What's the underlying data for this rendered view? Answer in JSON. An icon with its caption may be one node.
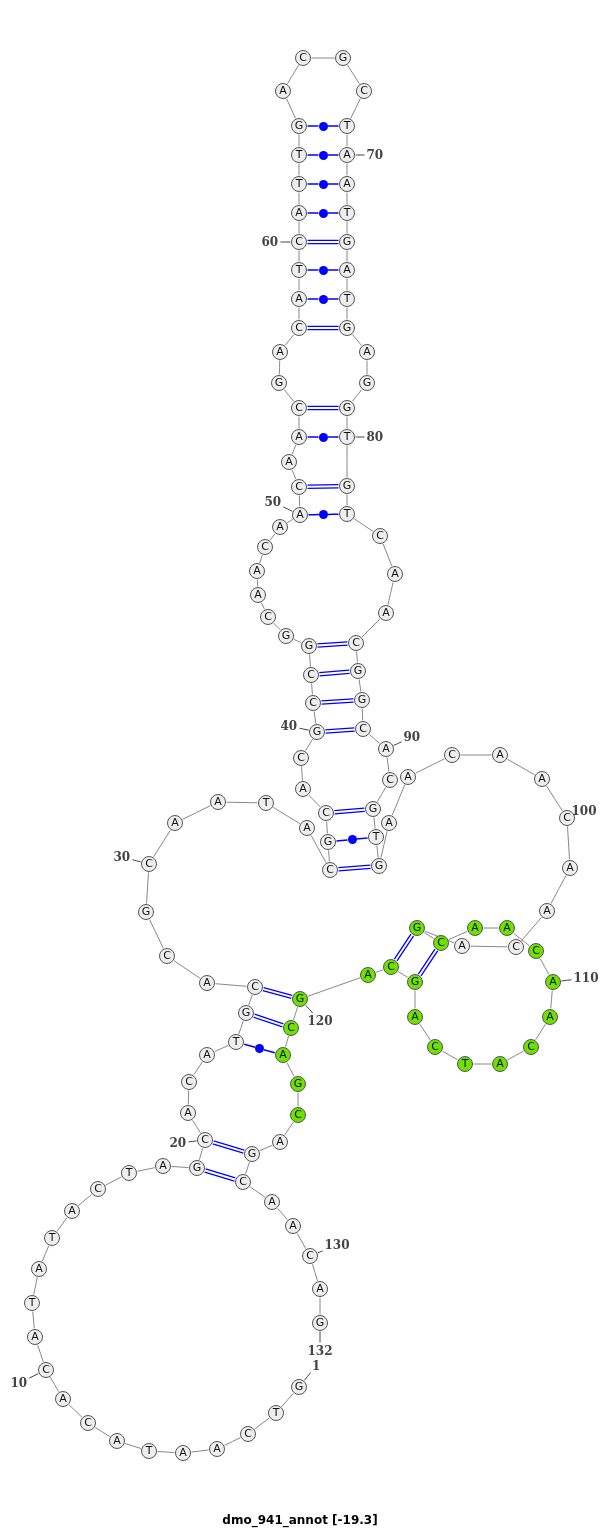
{
  "diagram": {
    "caption": "dmo_941_annot [-19.3]",
    "nodes": [
      {
        "text": [
          "G"
        ]
      },
      {
        "text": [
          "T"
        ]
      },
      {
        "text": [
          "C"
        ]
      },
      {
        "text": [
          "A"
        ]
      },
      {
        "text": [
          "A"
        ]
      },
      {
        "text": [
          "T"
        ]
      },
      {
        "text": [
          "A"
        ]
      },
      {
        "text": [
          "C"
        ]
      },
      {
        "text": [
          "A"
        ]
      },
      {
        "text": [
          "C"
        ]
      },
      {
        "text": [
          "A"
        ]
      },
      {
        "text": [
          "T"
        ]
      },
      {
        "text": [
          "A"
        ]
      },
      {
        "text": [
          "T"
        ]
      },
      {
        "text": [
          "A"
        ]
      },
      {
        "text": [
          "C"
        ]
      },
      {
        "text": [
          "T"
        ]
      },
      {
        "text": [
          "A"
        ]
      },
      {
        "text": [
          "G"
        ]
      },
      {
        "text": [
          "C"
        ]
      },
      {
        "text": [
          "A"
        ]
      },
      {
        "text": [
          "C"
        ]
      },
      {
        "text": [
          "A"
        ]
      },
      {
        "text": [
          "T"
        ]
      },
      {
        "text": [
          "G"
        ]
      },
      {
        "text": [
          "C"
        ]
      },
      {
        "text": [
          "A"
        ]
      },
      {
        "text": [
          "C"
        ]
      },
      {
        "text": [
          "G"
        ]
      },
      {
        "text": [
          "C"
        ]
      },
      {
        "text": [
          "A"
        ]
      },
      {
        "text": [
          "A"
        ]
      },
      {
        "text": [
          "T"
        ]
      },
      {
        "text": [
          "A"
        ]
      },
      {
        "text": [
          "C"
        ]
      },
      {
        "text": [
          "G"
        ]
      },
      {
        "text": [
          "C"
        ]
      },
      {
        "text": [
          "A"
        ]
      },
      {
        "text": [
          "C"
        ]
      },
      {
        "text": [
          "G"
        ]
      },
      {
        "text": [
          "C"
        ]
      },
      {
        "text": [
          "C"
        ]
      },
      {
        "text": [
          "G"
        ]
      },
      {
        "text": [
          "G"
        ]
      },
      {
        "text": [
          "C"
        ]
      },
      {
        "text": [
          "A"
        ]
      },
      {
        "text": [
          "A"
        ]
      },
      {
        "text": [
          "C"
        ]
      },
      {
        "text": [
          "A"
        ]
      },
      {
        "text": [
          "A"
        ]
      },
      {
        "text": [
          "C"
        ]
      },
      {
        "text": [
          "A"
        ]
      },
      {
        "text": [
          "A"
        ]
      },
      {
        "text": [
          "C"
        ]
      },
      {
        "text": [
          "G"
        ]
      },
      {
        "text": [
          "A"
        ]
      },
      {
        "text": [
          "C"
        ]
      },
      {
        "text": [
          "A"
        ]
      },
      {
        "text": [
          "T"
        ]
      },
      {
        "text": [
          "C"
        ]
      },
      {
        "text": [
          "A"
        ]
      },
      {
        "text": [
          "T"
        ]
      },
      {
        "text": [
          "T"
        ]
      },
      {
        "text": [
          "G"
        ]
      },
      {
        "text": [
          "A"
        ]
      },
      {
        "text": [
          "C"
        ]
      },
      {
        "text": [
          "G"
        ]
      },
      {
        "text": [
          "C"
        ]
      },
      {
        "text": [
          "T"
        ]
      },
      {
        "text": [
          "A"
        ]
      },
      {
        "text": [
          "A"
        ]
      },
      {
        "text": [
          "T"
        ]
      },
      {
        "text": [
          "G"
        ]
      },
      {
        "text": [
          "A"
        ]
      },
      {
        "text": [
          "T"
        ]
      },
      {
        "text": [
          "G"
        ]
      },
      {
        "text": [
          "A"
        ]
      },
      {
        "text": [
          "G"
        ]
      },
      {
        "text": [
          "G"
        ]
      },
      {
        "text": [
          "T"
        ]
      },
      {
        "text": [
          "G"
        ]
      },
      {
        "text": [
          "T"
        ]
      },
      {
        "text": [
          "C"
        ]
      },
      {
        "text": [
          "A"
        ]
      },
      {
        "text": [
          "A"
        ]
      },
      {
        "text": [
          "C"
        ]
      },
      {
        "text": [
          "G"
        ]
      },
      {
        "text": [
          "G"
        ]
      },
      {
        "text": [
          "C"
        ]
      },
      {
        "text": [
          "A"
        ]
      },
      {
        "text": [
          "C"
        ]
      },
      {
        "text": [
          "G"
        ]
      },
      {
        "text": [
          "T"
        ]
      },
      {
        "text": [
          "G"
        ]
      },
      {
        "text": [
          "A"
        ]
      },
      {
        "text": [
          "A"
        ]
      },
      {
        "text": [
          "C"
        ]
      },
      {
        "text": [
          "A"
        ]
      },
      {
        "text": [
          "A"
        ]
      },
      {
        "text": [
          "C"
        ]
      },
      {
        "text": [
          "A"
        ]
      },
      {
        "text": [
          "A"
        ]
      },
      {
        "text": [
          "C"
        ]
      },
      {
        "text": [
          "A"
        ]
      },
      {
        "text": [
          "G"
        ]
      },
      {
        "text": [
          "C"
        ]
      },
      {
        "text": [
          "A"
        ]
      },
      {
        "text": [
          "A"
        ]
      },
      {
        "text": [
          "C"
        ]
      },
      {
        "text": [
          "A"
        ]
      },
      {
        "text": [
          "A"
        ]
      },
      {
        "text": [
          "C"
        ]
      },
      {
        "text": [
          "A"
        ]
      },
      {
        "text": [
          "T"
        ]
      },
      {
        "text": [
          "C"
        ]
      },
      {
        "text": [
          "A"
        ]
      },
      {
        "text": [
          "G"
        ]
      },
      {
        "text": [
          "C"
        ]
      },
      {
        "text": [
          "A"
        ]
      },
      {
        "text": [
          "G"
        ]
      },
      {
        "text": [
          "C"
        ]
      },
      {
        "text": [
          "A"
        ]
      },
      {
        "text": [
          "G"
        ]
      },
      {
        "text": [
          "C"
        ]
      },
      {
        "text": [
          "A"
        ]
      },
      {
        "text": [
          "G"
        ]
      },
      {
        "text": [
          "C"
        ]
      },
      {
        "text": [
          "A"
        ]
      },
      {
        "text": [
          "A"
        ]
      },
      {
        "text": [
          "C"
        ]
      },
      {
        "text": [
          "A"
        ]
      },
      {
        "text": [
          "G"
        ]
      },
      {
        "text": [
          "1"
        ]
      },
      {
        "text": [
          "10"
        ]
      },
      {
        "text": [
          "20"
        ]
      },
      {
        "text": [
          "30"
        ]
      },
      {
        "text": [
          "40"
        ]
      },
      {
        "text": [
          "50"
        ]
      },
      {
        "text": [
          "60"
        ]
      },
      {
        "text": [
          "70"
        ]
      },
      {
        "text": [
          "80"
        ]
      },
      {
        "text": [
          "90"
        ]
      },
      {
        "text": [
          "100"
        ]
      },
      {
        "text": [
          "110"
        ]
      },
      {
        "text": [
          "120"
        ]
      },
      {
        "text": [
          "130"
        ]
      },
      {
        "text": [
          "132"
        ]
      },
      {
        "text": [],
        "shape": "circle"
      },
      {
        "text": [],
        "shape": "circle"
      },
      {
        "text": [],
        "shape": "circle"
      },
      {
        "text": [],
        "shape": "circle"
      },
      {
        "text": [],
        "shape": "circle"
      },
      {
        "text": [],
        "shape": "circle"
      },
      {
        "text": [],
        "shape": "circle"
      },
      {
        "text": [],
        "shape": "circle"
      },
      {
        "text": [],
        "shape": "circle"
      },
      {
        "text": [],
        "shape": "circle"
      }
    ],
    "edges": [
      {
        "from": 0,
        "to": 1,
        "arrow": "none"
      },
      {
        "from": 1,
        "to": 2,
        "arrow": "none"
      },
      {
        "from": 2,
        "to": 3,
        "arrow": "none"
      },
      {
        "from": 3,
        "to": 4,
        "arrow": "none"
      },
      {
        "from": 4,
        "to": 5,
        "arrow": "none"
      },
      {
        "from": 5,
        "to": 6,
        "arrow": "none"
      },
      {
        "from": 6,
        "to": 7,
        "arrow": "none"
      },
      {
        "from": 7,
        "to": 8,
        "arrow": "none"
      },
      {
        "from": 8,
        "to": 9,
        "arrow": "none"
      },
      {
        "from": 9,
        "to": 10,
        "arrow": "none"
      },
      {
        "from": 10,
        "to": 11,
        "arrow": "none"
      },
      {
        "from": 11,
        "to": 12,
        "arrow": "none"
      },
      {
        "from": 12,
        "to": 13,
        "arrow": "none"
      },
      {
        "from": 13,
        "to": 14,
        "arrow": "none"
      },
      {
        "from": 14,
        "to": 15,
        "arrow": "none"
      },
      {
        "from": 15,
        "to": 16,
        "arrow": "none"
      },
      {
        "from": 16,
        "to": 17,
        "arrow": "none"
      },
      {
        "from": 17,
        "to": 18,
        "arrow": "none"
      },
      {
        "from": 18,
        "to": 19,
        "arrow": "none"
      },
      {
        "from": 19,
        "to": 20,
        "arrow": "none"
      },
      {
        "from": 20,
        "to": 21,
        "arrow": "none"
      },
      {
        "from": 21,
        "to": 22,
        "arrow": "none"
      },
      {
        "from": 22,
        "to": 23,
        "arrow": "none"
      },
      {
        "from": 23,
        "to": 24,
        "arrow": "none"
      },
      {
        "from": 24,
        "to": 25,
        "arrow": "none"
      },
      {
        "from": 25,
        "to": 26,
        "arrow": "none"
      },
      {
        "from": 26,
        "to": 27,
        "arrow": "none"
      },
      {
        "from": 27,
        "to": 28,
        "arrow": "none"
      },
      {
        "from": 28,
        "to": 29,
        "arrow": "none"
      },
      {
        "from": 29,
        "to": 30,
        "arrow": "none"
      },
      {
        "from": 30,
        "to": 31,
        "arrow": "none"
      },
      {
        "from": 31,
        "to": 32,
        "arrow": "none"
      },
      {
        "from": 32,
        "to": 33,
        "arrow": "none"
      },
      {
        "from": 33,
        "to": 34,
        "arrow": "none"
      },
      {
        "from": 34,
        "to": 35,
        "arrow": "none"
      },
      {
        "from": 35,
        "to": 36,
        "arrow": "none"
      },
      {
        "from": 36,
        "to": 37,
        "arrow": "none"
      },
      {
        "from": 37,
        "to": 38,
        "arrow": "none"
      },
      {
        "from": 38,
        "to": 39,
        "arrow": "none"
      },
      {
        "from": 39,
        "to": 40,
        "arrow": "none"
      },
      {
        "from": 40,
        "to": 41,
        "arrow": "none"
      },
      {
        "from": 41,
        "to": 42,
        "arrow": "none"
      },
      {
        "from": 42,
        "to": 43,
        "arrow": "none"
      },
      {
        "from": 43,
        "to": 44,
        "arrow": "none"
      },
      {
        "from": 44,
        "to": 45,
        "arrow": "none"
      },
      {
        "from": 45,
        "to": 46,
        "arrow": "none"
      },
      {
        "from": 46,
        "to": 47,
        "arrow": "none"
      },
      {
        "from": 47,
        "to": 48,
        "arrow": "none"
      },
      {
        "from": 48,
        "to": 49,
        "arrow": "none"
      },
      {
        "from": 49,
        "to": 50,
        "arrow": "none"
      },
      {
        "from": 50,
        "to": 51,
        "arrow": "none"
      },
      {
        "from": 51,
        "to": 52,
        "arrow": "none"
      },
      {
        "from": 52,
        "to": 53,
        "arrow": "none"
      },
      {
        "from": 53,
        "to": 54,
        "arrow": "none"
      },
      {
        "from": 54,
        "to": 55,
        "arrow": "none"
      },
      {
        "from": 55,
        "to": 56,
        "arrow": "none"
      },
      {
        "from": 56,
        "to": 57,
        "arrow": "none"
      },
      {
        "from": 57,
        "to": 58,
        "arrow": "none"
      },
      {
        "from": 58,
        "to": 59,
        "arrow": "none"
      },
      {
        "from": 59,
        "to": 60,
        "arrow": "none"
      },
      {
        "from": 60,
        "to": 61,
        "arrow": "none"
      },
      {
        "from": 61,
        "to": 62,
        "arrow": "none"
      },
      {
        "from": 62,
        "to": 63,
        "arrow": "none"
      },
      {
        "from": 63,
        "to": 64,
        "arrow": "none"
      },
      {
        "from": 64,
        "to": 65,
        "arrow": "none"
      },
      {
        "from": 65,
        "to": 66,
        "arrow": "none"
      },
      {
        "from": 66,
        "to": 67,
        "arrow": "none"
      },
      {
        "from": 67,
        "to": 68,
        "arrow": "none"
      },
      {
        "from": 68,
        "to": 69,
        "arrow": "none"
      },
      {
        "from": 69,
        "to": 70,
        "arrow": "none"
      },
      {
        "from": 70,
        "to": 71,
        "arrow": "none"
      },
      {
        "from": 71,
        "to": 72,
        "arrow": "none"
      },
      {
        "from": 72,
        "to": 73,
        "arrow": "none"
      },
      {
        "from": 73,
        "to": 74,
        "arrow": "none"
      },
      {
        "from": 74,
        "to": 75,
        "arrow": "none"
      },
      {
        "from": 75,
        "to": 76,
        "arrow": "none"
      },
      {
        "from": 76,
        "to": 77,
        "arrow": "none"
      },
      {
        "from": 77,
        "to": 78,
        "arrow": "none"
      },
      {
        "from": 78,
        "to": 79,
        "arrow": "none"
      },
      {
        "from": 79,
        "to": 80,
        "arrow": "none"
      },
      {
        "from": 80,
        "to": 81,
        "arrow": "none"
      },
      {
        "from": 81,
        "to": 82,
        "arrow": "none"
      },
      {
        "from": 82,
        "to": 83,
        "arrow": "none"
      },
      {
        "from": 83,
        "to": 84,
        "arrow": "none"
      },
      {
        "from": 84,
        "to": 85,
        "arrow": "none"
      },
      {
        "from": 85,
        "to": 86,
        "arrow": "none"
      },
      {
        "from": 86,
        "to": 87,
        "arrow": "none"
      },
      {
        "from": 87,
        "to": 88,
        "arrow": "none"
      },
      {
        "from": 88,
        "to": 89,
        "arrow": "none"
      },
      {
        "from": 89,
        "to": 90,
        "arrow": "none"
      },
      {
        "from": 90,
        "to": 91,
        "arrow": "none"
      },
      {
        "from": 91,
        "to": 92,
        "arrow": "none"
      },
      {
        "from": 92,
        "to": 93,
        "arrow": "none"
      },
      {
        "from": 93,
        "to": 94,
        "arrow": "none"
      },
      {
        "from": 94,
        "to": 95,
        "arrow": "none"
      },
      {
        "from": 95,
        "to": 96,
        "arrow": "none"
      },
      {
        "from": 96,
        "to": 97,
        "arrow": "none"
      },
      {
        "from": 97,
        "to": 98,
        "arrow": "none"
      },
      {
        "from": 98,
        "to": 99,
        "arrow": "none"
      },
      {
        "from": 99,
        "to": 100,
        "arrow": "none"
      },
      {
        "from": 100,
        "to": 101,
        "arrow": "none"
      },
      {
        "from": 101,
        "to": 102,
        "arrow": "none"
      },
      {
        "from": 102,
        "to": 103,
        "arrow": "none"
      },
      {
        "from": 103,
        "to": 104,
        "arrow": "none"
      },
      {
        "from": 104,
        "to": 105,
        "arrow": "none"
      },
      {
        "from": 105,
        "to": 106,
        "arrow": "none"
      },
      {
        "from": 106,
        "to": 107,
        "arrow": "none"
      },
      {
        "from": 107,
        "to": 108,
        "arrow": "none"
      },
      {
        "from": 108,
        "to": 109,
        "arrow": "none"
      },
      {
        "from": 109,
        "to": 110,
        "arrow": "none"
      },
      {
        "from": 110,
        "to": 111,
        "arrow": "none"
      },
      {
        "from": 111,
        "to": 112,
        "arrow": "none"
      },
      {
        "from": 112,
        "to": 113,
        "arrow": "none"
      },
      {
        "from": 113,
        "to": 114,
        "arrow": "none"
      },
      {
        "from": 114,
        "to": 115,
        "arrow": "none"
      },
      {
        "from": 115,
        "to": 116,
        "arrow": "none"
      },
      {
        "from": 116,
        "to": 117,
        "arrow": "none"
      },
      {
        "from": 117,
        "to": 118,
        "arrow": "none"
      },
      {
        "from": 118,
        "to": 119,
        "arrow": "none"
      },
      {
        "from": 119,
        "to": 120,
        "arrow": "none"
      },
      {
        "from": 120,
        "to": 121,
        "arrow": "none"
      },
      {
        "from": 121,
        "to": 122,
        "arrow": "none"
      },
      {
        "from": 122,
        "to": 123,
        "arrow": "none"
      },
      {
        "from": 123,
        "to": 124,
        "arrow": "none"
      },
      {
        "from": 124,
        "to": 125,
        "arrow": "none"
      },
      {
        "from": 125,
        "to": 126,
        "arrow": "none"
      },
      {
        "from": 126,
        "to": 127,
        "arrow": "none"
      },
      {
        "from": 127,
        "to": 128,
        "arrow": "none"
      },
      {
        "from": 128,
        "to": 129,
        "arrow": "none"
      },
      {
        "from": 129,
        "to": 130,
        "arrow": "none"
      },
      {
        "from": 130,
        "to": 131,
        "arrow": "none"
      },
      {
        "from": 18,
        "to": 126,
        "arrow": "none",
        "color": "#0000ff"
      },
      {
        "from": 19,
        "to": 125,
        "arrow": "none",
        "color": "#0000ff"
      },
      {
        "from": 24,
        "to": 120,
        "arrow": "none",
        "color": "#0000ff"
      },
      {
        "from": 25,
        "to": 119,
        "arrow": "none",
        "color": "#0000ff"
      },
      {
        "from": 34,
        "to": 93,
        "arrow": "none",
        "color": "#0000ff"
      },
      {
        "from": 36,
        "to": 91,
        "arrow": "none",
        "color": "#0000ff"
      },
      {
        "from": 39,
        "to": 88,
        "arrow": "none",
        "color": "#0000ff"
      },
      {
        "from": 40,
        "to": 87,
        "arrow": "none",
        "color": "#0000ff"
      },
      {
        "from": 41,
        "to": 86,
        "arrow": "none",
        "color": "#0000ff"
      },
      {
        "from": 42,
        "to": 85,
        "arrow": "none",
        "color": "#0000ff"
      },
      {
        "from": 50,
        "to": 80,
        "arrow": "none",
        "color": "#0000ff"
      },
      {
        "from": 53,
        "to": 78,
        "arrow": "none",
        "color": "#0000ff"
      },
      {
        "from": 56,
        "to": 75,
        "arrow": "none",
        "color": "#0000ff"
      },
      {
        "from": 59,
        "to": 72,
        "arrow": "none",
        "color": "#0000ff"
      },
      {
        "from": 104,
        "to": 117,
        "arrow": "none",
        "color": "#0000ff"
      },
      {
        "from": 105,
        "to": 116,
        "arrow": "none",
        "color": "#0000ff"
      },
      {
        "from": 23,
        "to": 147,
        "arrow": "none",
        "color": "#0000ff"
      },
      {
        "from": 147,
        "to": 121,
        "arrow": "none",
        "color": "#0000ff"
      },
      {
        "from": 35,
        "to": 148,
        "arrow": "none",
        "color": "#0000ff"
      },
      {
        "from": 148,
        "to": 92,
        "arrow": "none",
        "color": "#0000ff"
      },
      {
        "from": 49,
        "to": 149,
        "arrow": "none",
        "color": "#0000ff"
      },
      {
        "from": 149,
        "to": 81,
        "arrow": "none",
        "color": "#0000ff"
      },
      {
        "from": 52,
        "to": 150,
        "arrow": "none",
        "color": "#0000ff"
      },
      {
        "from": 150,
        "to": 79,
        "arrow": "none",
        "color": "#0000ff"
      },
      {
        "from": 57,
        "to": 151,
        "arrow": "none",
        "color": "#0000ff"
      },
      {
        "from": 151,
        "to": 74,
        "arrow": "none",
        "color": "#0000ff"
      },
      {
        "from": 58,
        "to": 152,
        "arrow": "none",
        "color": "#0000ff"
      },
      {
        "from": 152,
        "to": 73,
        "arrow": "none",
        "color": "#0000ff"
      },
      {
        "from": 60,
        "to": 153,
        "arrow": "none",
        "color": "#0000ff"
      },
      {
        "from": 153,
        "to": 71,
        "arrow": "none",
        "color": "#0000ff"
      },
      {
        "from": 61,
        "to": 154,
        "arrow": "none",
        "color": "#0000ff"
      },
      {
        "from": 154,
        "to": 70,
        "arrow": "none",
        "color": "#0000ff"
      },
      {
        "from": 62,
        "to": 155,
        "arrow": "none",
        "color": "#0000ff"
      },
      {
        "from": 155,
        "to": 69,
        "arrow": "none",
        "color": "#0000ff"
      },
      {
        "from": 63,
        "to": 156,
        "arrow": "none",
        "color": "#0000ff"
      },
      {
        "from": 156,
        "to": 68,
        "arrow": "none",
        "color": "#0000ff"
      },
      {
        "from": 132,
        "to": 0,
        "arrow": "none",
        "color": "#444444"
      },
      {
        "from": 133,
        "to": 9,
        "arrow": "none",
        "color": "#444444"
      },
      {
        "from": 134,
        "to": 19,
        "arrow": "none",
        "color": "#444444"
      },
      {
        "from": 135,
        "to": 29,
        "arrow": "none",
        "color": "#444444"
      },
      {
        "from": 136,
        "to": 39,
        "arrow": "none",
        "color": "#444444"
      },
      {
        "from": 137,
        "to": 49,
        "arrow": "none",
        "color": "#444444"
      },
      {
        "from": 138,
        "to": 59,
        "arrow": "none",
        "color": "#444444"
      },
      {
        "from": 139,
        "to": 69,
        "arrow": "none",
        "color": "#444444"
      },
      {
        "from": 140,
        "to": 79,
        "arrow": "none",
        "color": "#444444"
      },
      {
        "from": 141,
        "to": 89,
        "arrow": "none",
        "color": "#444444"
      },
      {
        "from": 142,
        "to": 99,
        "arrow": "none",
        "color": "#444444"
      },
      {
        "from": 143,
        "to": 109,
        "arrow": "none",
        "color": "#444444"
      },
      {
        "from": 144,
        "to": 119,
        "arrow": "none",
        "color": "#444444"
      },
      {
        "from": 145,
        "to": 129,
        "arrow": "none",
        "color": "#444444"
      },
      {
        "from": 146,
        "to": 131,
        "arrow": "none",
        "color": "#444444"
      }
    ]
  }
}
